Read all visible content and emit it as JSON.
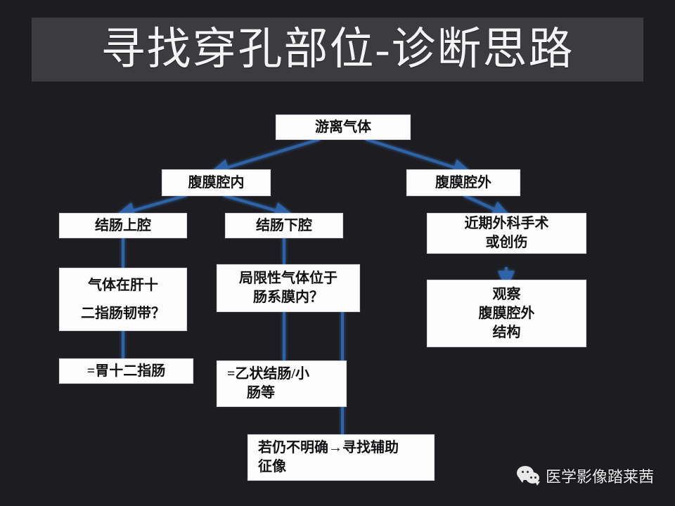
{
  "slide": {
    "background_color": "#1d1d21",
    "title": {
      "text": "寻找穿孔部位-诊断思路",
      "banner_color": "#3c3c40",
      "text_color": "#f4f4f4"
    }
  },
  "diagram": {
    "type": "flowchart",
    "connector_color": "#2e63a8",
    "node_fill": "#fdfdfd",
    "node_text_color": "#111114",
    "nodes": {
      "free_gas": {
        "label": "游离气体"
      },
      "intraperitoneal": {
        "label": "腹膜腔内"
      },
      "extraperitoneal": {
        "label": "腹膜腔外"
      },
      "supracolic": {
        "label": "结肠上腔"
      },
      "infracolic": {
        "label": "结肠下腔"
      },
      "recent_surgery": {
        "line1": "近期外科手术",
        "line2": "或创伤"
      },
      "hepatoduodenal": {
        "line1": "气体在肝十",
        "line2": "二指肠韧带？"
      },
      "mesenteric": {
        "line1": "局限性气体位于",
        "line2": "肠系膜内？"
      },
      "observe_extraperitoneal": {
        "line1": "观察",
        "line2": "腹膜腔外",
        "line3": "结构"
      },
      "gastroduodenal": {
        "label": "=胃十二指肠"
      },
      "sigmoid_small_bowel": {
        "line1": "=乙状结肠/小",
        "line2": "肠等"
      },
      "ancillary_signs": {
        "line1": "若仍不明确→寻找辅助",
        "line2": "征像"
      }
    },
    "edges": [
      {
        "from": "free_gas",
        "to": "intraperitoneal",
        "style": "arrow"
      },
      {
        "from": "free_gas",
        "to": "extraperitoneal",
        "style": "arrow"
      },
      {
        "from": "intraperitoneal",
        "to": "supracolic",
        "style": "arrow"
      },
      {
        "from": "intraperitoneal",
        "to": "infracolic",
        "style": "arrow"
      },
      {
        "from": "extraperitoneal",
        "to": "recent_surgery",
        "style": "arrow"
      },
      {
        "from": "supracolic",
        "to": "hepatoduodenal",
        "style": "line"
      },
      {
        "from": "infracolic",
        "to": "mesenteric",
        "style": "line"
      },
      {
        "from": "recent_surgery",
        "to": "observe_extraperitoneal",
        "style": "arrow"
      },
      {
        "from": "hepatoduodenal",
        "to": "gastroduodenal",
        "style": "line"
      },
      {
        "from": "mesenteric",
        "to": "sigmoid_small_bowel",
        "style": "line"
      },
      {
        "from": "mesenteric",
        "to": "ancillary_signs",
        "style": "line"
      }
    ]
  },
  "watermark": {
    "text": "医学影像踏莱茜",
    "logo": "wechat-icon"
  }
}
